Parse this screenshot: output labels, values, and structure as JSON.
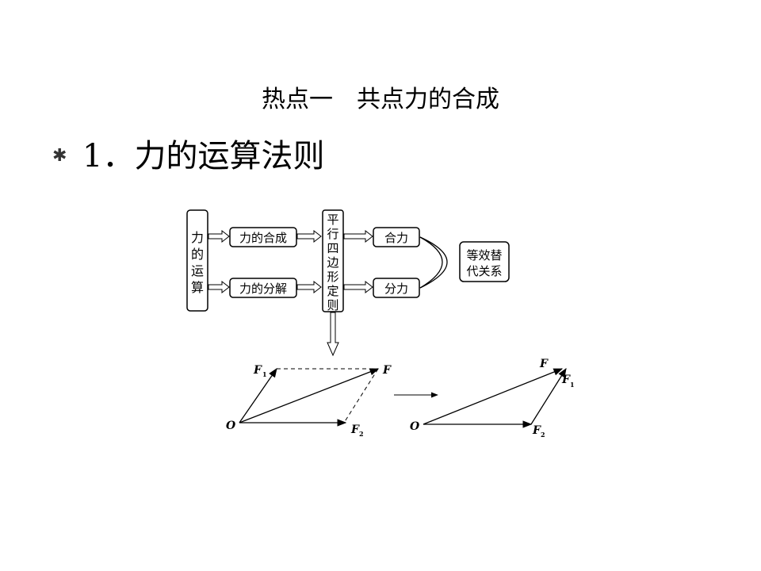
{
  "slide": {
    "title": "热点一　共点力的合成",
    "bullet_symbol": "✱",
    "heading_num": "1．",
    "heading_text": "力的运算法则"
  },
  "flow": {
    "left_box": [
      "力",
      "的",
      "运",
      "算"
    ],
    "compose_label": "力的合成",
    "decompose_label": "力的分解",
    "rule_box": [
      "平",
      "行",
      "四",
      "边",
      "形",
      "定",
      "则"
    ],
    "resultant_label": "合力",
    "component_label": "分力",
    "equiv_line1": "等效替",
    "equiv_line2": "代关系"
  },
  "vectors": {
    "origin": "O",
    "f": "F",
    "f1": "F",
    "f1_sub": "1",
    "f2": "F",
    "f2_sub": "2"
  }
}
